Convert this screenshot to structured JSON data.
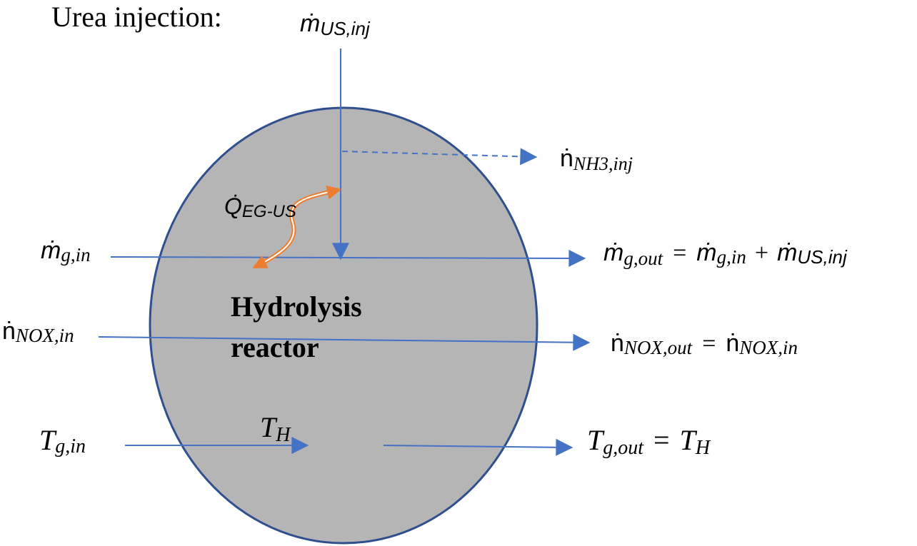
{
  "colors": {
    "reactor_fill": "#b5b5b5",
    "reactor_stroke": "#2f4f8f",
    "flow_arrow": "#4472c4",
    "heat_arrow": "#ed7d31",
    "text": "#000000"
  },
  "header": {
    "urea_injection": "Urea injection:"
  },
  "reactor": {
    "name_line1": "Hydrolysis",
    "name_line2": "reactor",
    "temperature": {
      "sym": "T",
      "sub": "H"
    }
  },
  "symbols": {
    "mdot": "ṁ",
    "ndot": "ṅ",
    "qdot": "Q̇",
    "T": "T",
    "equals": "=",
    "plus": "+"
  },
  "subscripts": {
    "us_inj": "US,inj",
    "nh3_inj": "NH3,inj",
    "eg_us": "EG-US",
    "g_in": "g,in",
    "g_out": "g,out",
    "nox_in": "NOX,in",
    "nox_out": "NOX,out"
  }
}
